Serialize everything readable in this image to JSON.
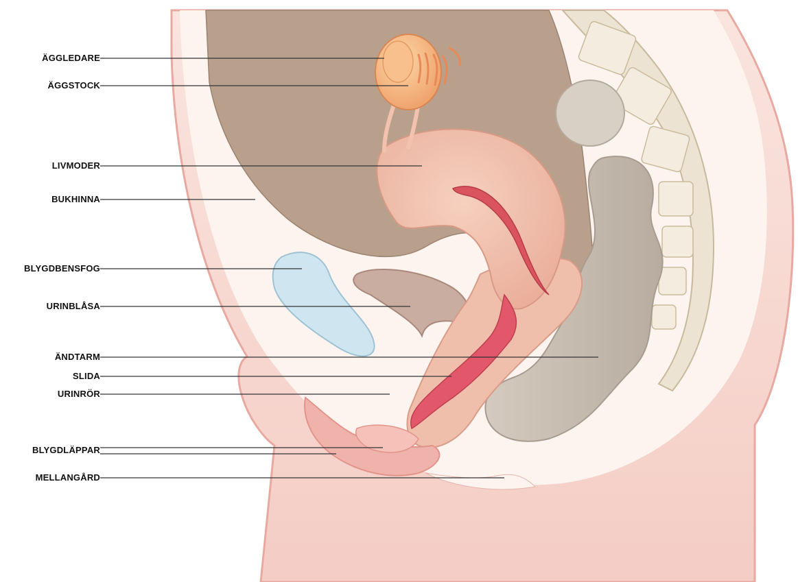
{
  "colors": {
    "background": "#ffffff",
    "body_skin": "#f6d3cc",
    "body_outline": "#e8a9a0",
    "peritoneal_cavity": "#b9a08c",
    "uterus": "#f2c2ae",
    "uterus_lumen": "#d9545f",
    "vagina": "#e2586a",
    "bladder": "#c9ada0",
    "pubic_symphysis": "#cfe6f0",
    "rectum": "#c8bdb1",
    "spine": "#ece3d3",
    "ovary": "#f3b37a",
    "leader_line": "#333333",
    "label_text": "#111111"
  },
  "labels": {
    "aggledare": "ÄGGLEDARE",
    "aggstock": "ÄGGSTOCK",
    "livmoder": "LIVMODER",
    "bukhinna": "BUKHINNA",
    "blygdbensfog": "BLYGDBENSFOG",
    "urinblasa": "URINBLÅSA",
    "andtarm": "ÄNDTARM",
    "slida": "SLIDA",
    "urinror": "URINRÖR",
    "blygdlappar": "BLYGDLÄPPAR",
    "mellangard": "MELLANGÅRD"
  }
}
